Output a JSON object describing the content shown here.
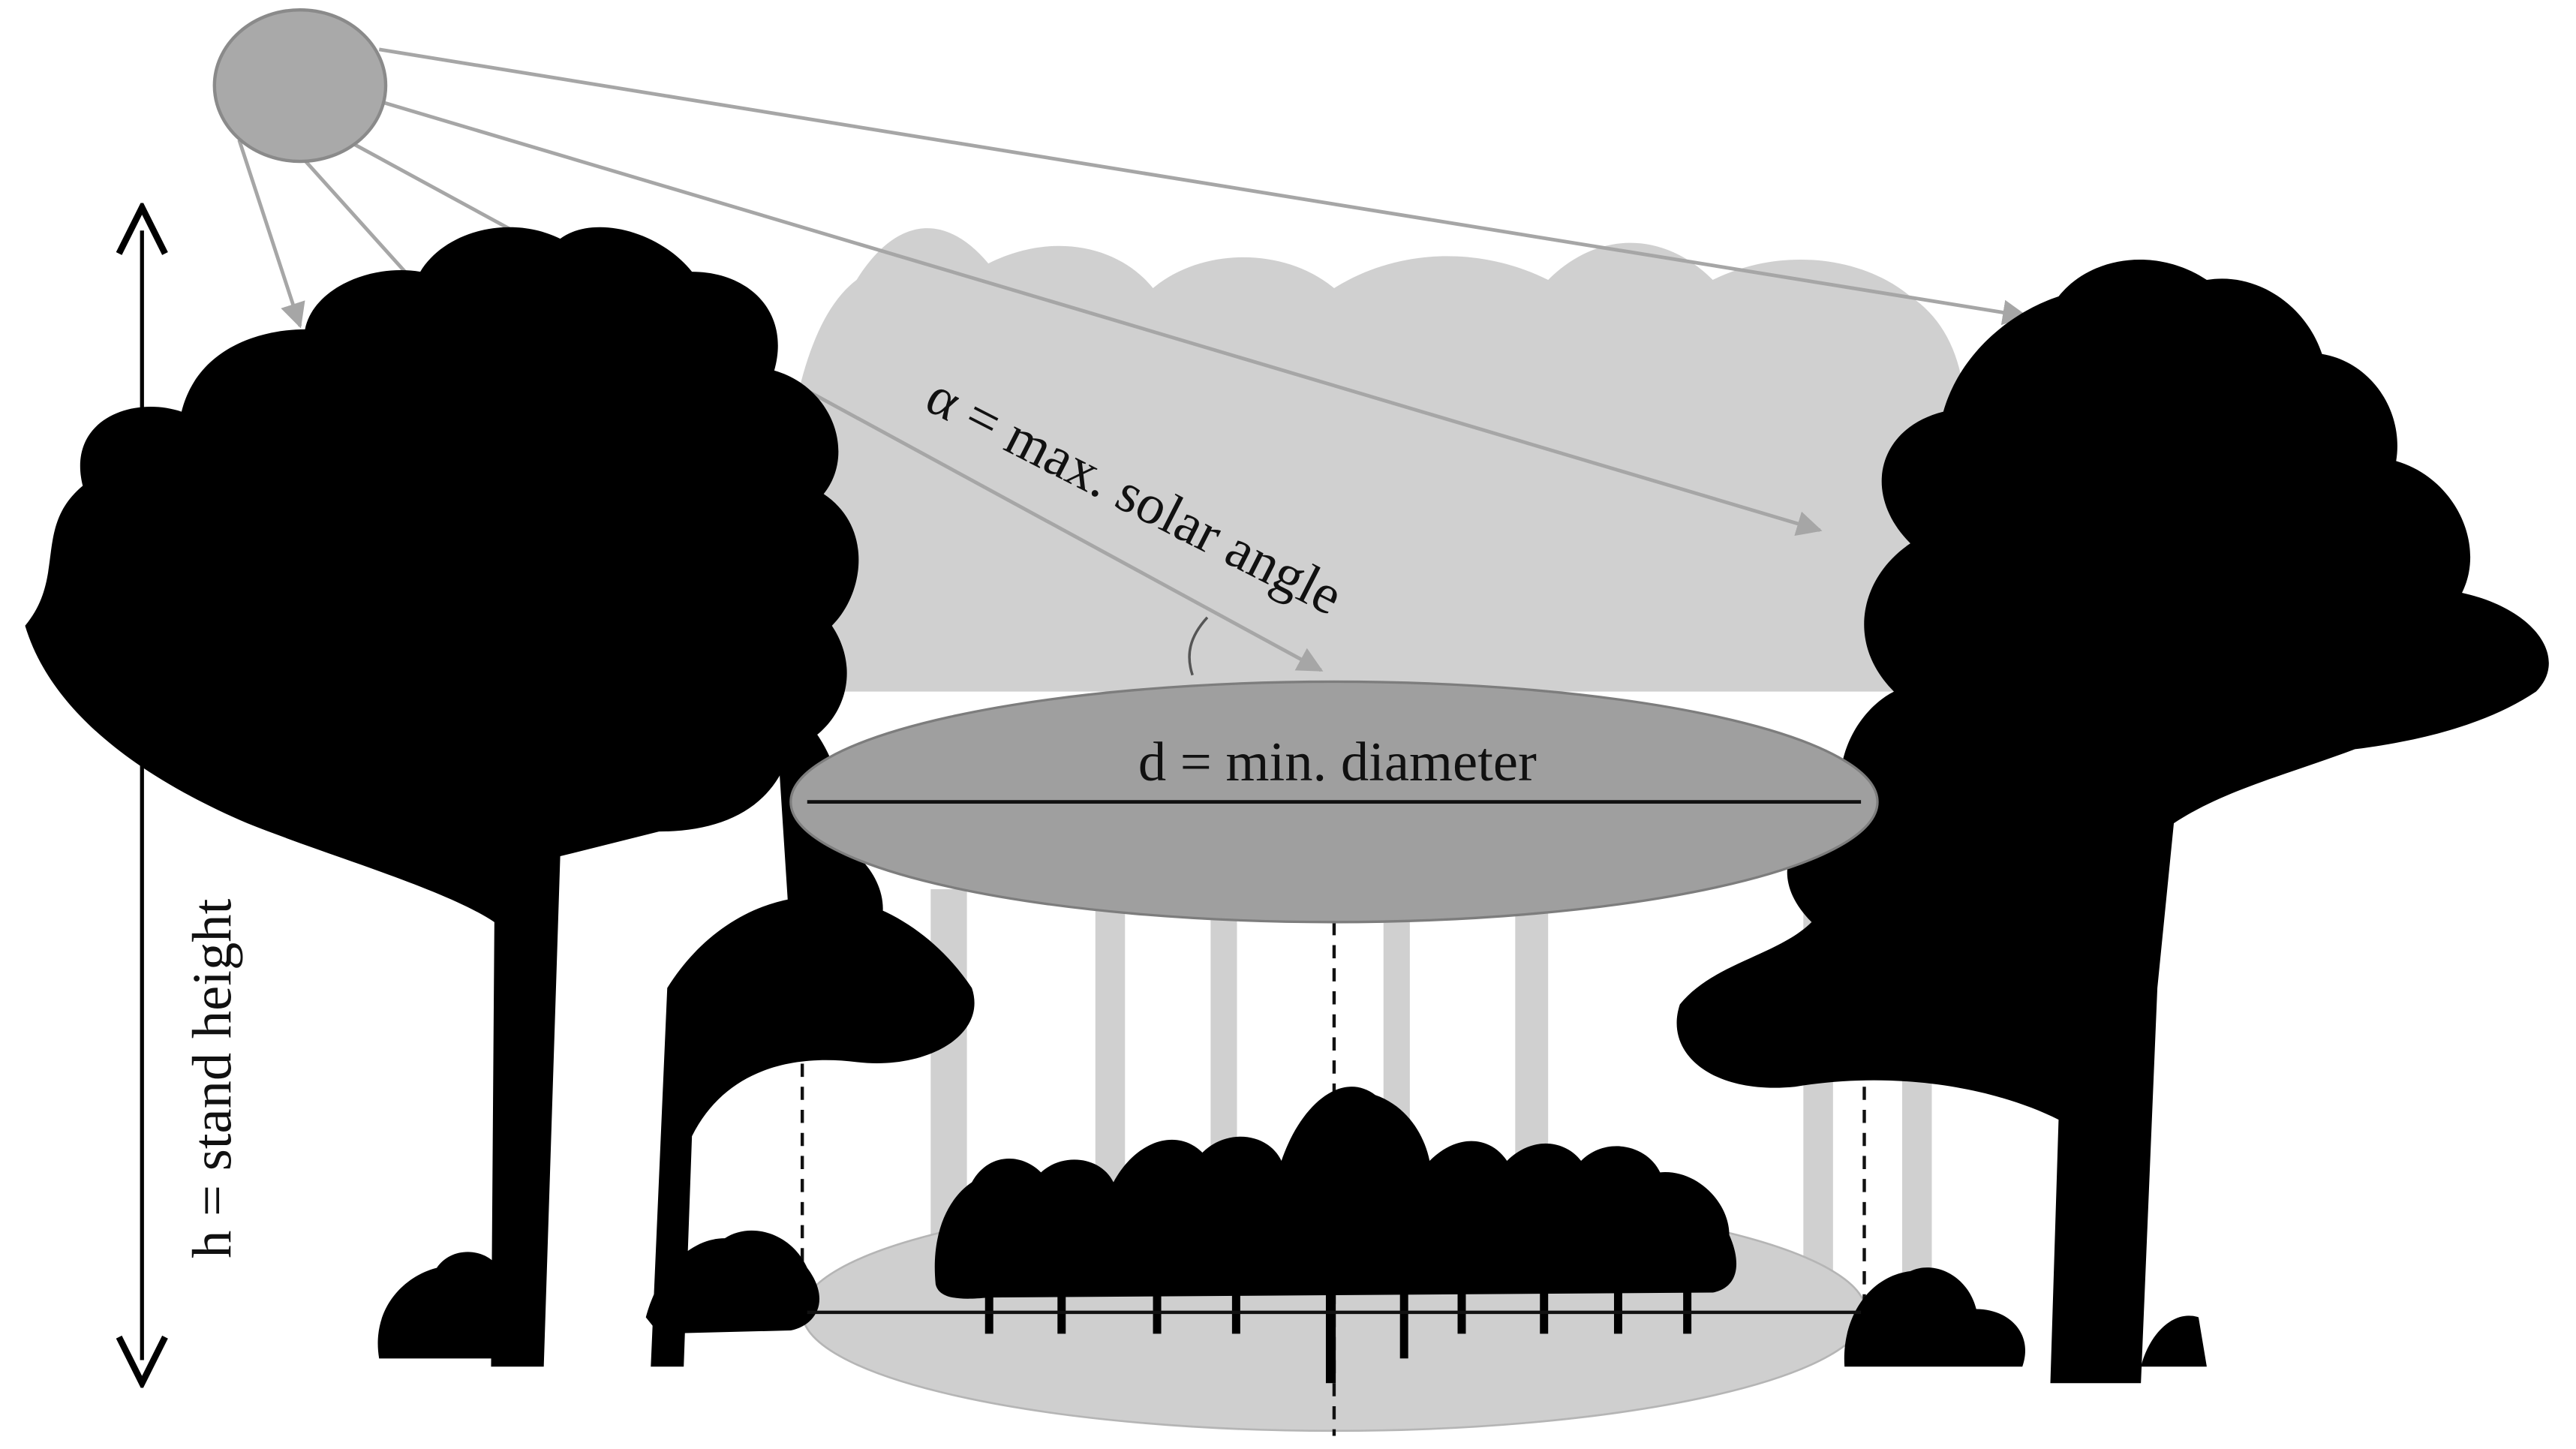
{
  "labels": {
    "solar_angle": "α = max. solar angle",
    "diameter": "d = min. diameter",
    "height": "h = stand height"
  },
  "colors": {
    "background": "#ffffff",
    "foreground_trees": "#000000",
    "background_forest": "#d0d0d0",
    "sun_fill": "#a9a9a9",
    "sun_stroke": "#8a8a8a",
    "ray": "#a6a6a6",
    "gap_ellipse_top": "#9f9f9f",
    "gap_ellipse_bottom": "#cfcfcf"
  },
  "icons": {
    "sun": "sun-icon",
    "height_arrow": "double-arrow-icon"
  }
}
